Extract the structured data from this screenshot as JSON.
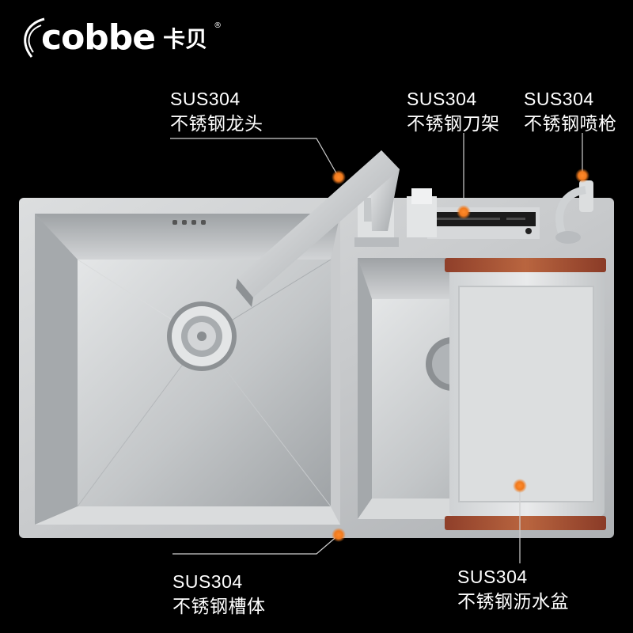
{
  "brand": {
    "wordmark": "cobbe",
    "chinese": "卡贝",
    "registered": "®"
  },
  "callouts": {
    "faucet": {
      "code": "SUS304",
      "desc": "不锈钢龙头"
    },
    "knife_rack": {
      "code": "SUS304",
      "desc": "不锈钢刀架"
    },
    "spray_gun": {
      "code": "SUS304",
      "desc": "不锈钢喷枪"
    },
    "tank_body": {
      "code": "SUS304",
      "desc": "不锈钢槽体"
    },
    "drain_basket": {
      "code": "SUS304",
      "desc": "不锈钢沥水盆"
    }
  },
  "colors": {
    "background": "#000000",
    "marker": "#f07a1e",
    "steel_light": "#d6d8da",
    "steel_mid": "#b9bcbf",
    "wood": "#a2523a"
  }
}
